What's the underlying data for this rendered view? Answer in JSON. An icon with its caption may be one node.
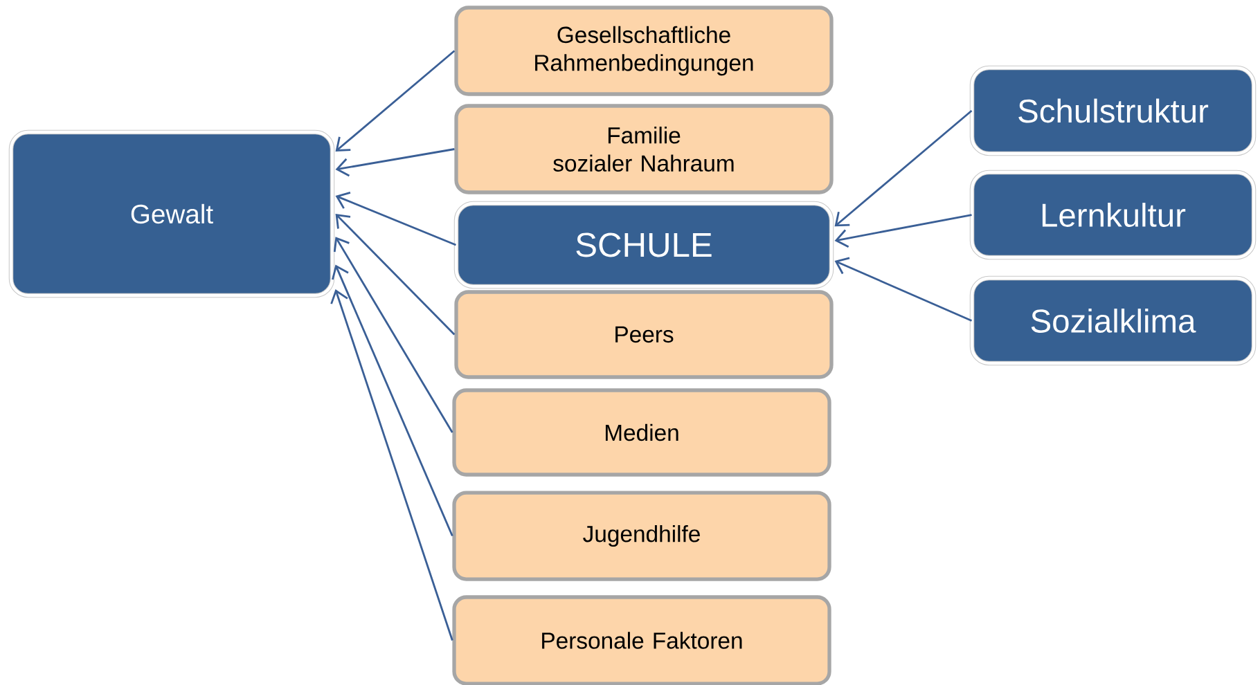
{
  "diagram": {
    "nodes": [
      {
        "text": [
          "Gewalt"
        ]
      },
      {
        "text": [
          "Gesellschaftliche Rahmenbedingungen"
        ]
      },
      {
        "text": [
          "Familie",
          "sozialer Nahraum"
        ]
      },
      {
        "text": [
          "SCHULE"
        ]
      },
      {
        "text": [
          "Peers"
        ]
      },
      {
        "text": [
          "Medien"
        ]
      },
      {
        "text": [
          "Jugendhilfe"
        ]
      },
      {
        "text": [
          "Personale Faktoren"
        ]
      },
      {
        "text": [
          "Schulstruktur"
        ]
      },
      {
        "text": [
          "Lernkultur"
        ]
      },
      {
        "text": [
          "Sozialklima"
        ]
      }
    ],
    "edges": [
      {
        "from": 1,
        "to": 0,
        "arrow": "to"
      },
      {
        "from": 2,
        "to": 0,
        "arrow": "to"
      },
      {
        "from": 3,
        "to": 0,
        "arrow": "to"
      },
      {
        "from": 4,
        "to": 0,
        "arrow": "to"
      },
      {
        "from": 5,
        "to": 0,
        "arrow": "to"
      },
      {
        "from": 6,
        "to": 0,
        "arrow": "to"
      },
      {
        "from": 7,
        "to": 0,
        "arrow": "to"
      },
      {
        "from": 8,
        "to": 3,
        "arrow": "to"
      },
      {
        "from": 9,
        "to": 3,
        "arrow": "to"
      },
      {
        "from": 10,
        "to": 3,
        "arrow": "to"
      }
    ]
  }
}
